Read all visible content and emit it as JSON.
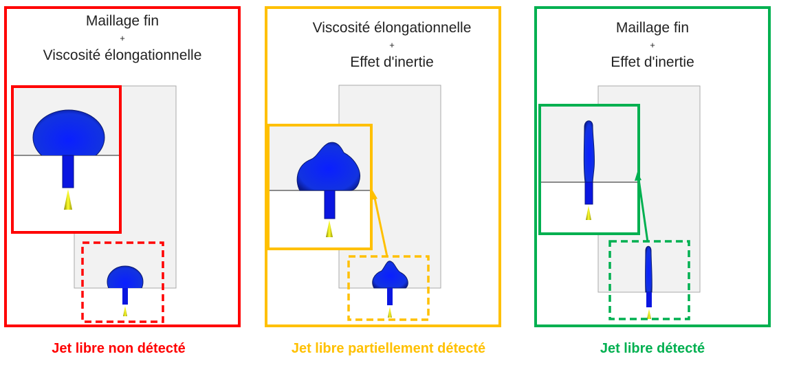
{
  "panels": [
    {
      "title_line1": "Maillage fin",
      "plus": "+",
      "title_line2": "Viscosité élongationnelle",
      "caption": "Jet libre non détecté",
      "color": "#ff0000"
    },
    {
      "title_line1": "Viscosité élongationnelle",
      "plus": "+",
      "title_line2": "Effet d'inertie",
      "caption": "Jet libre partiellement détecté",
      "color": "#ffc000"
    },
    {
      "title_line1": "Maillage fin",
      "plus": "+",
      "title_line2": "Effet d'inertie",
      "caption": "Jet libre détecté",
      "color": "#00b050"
    }
  ]
}
